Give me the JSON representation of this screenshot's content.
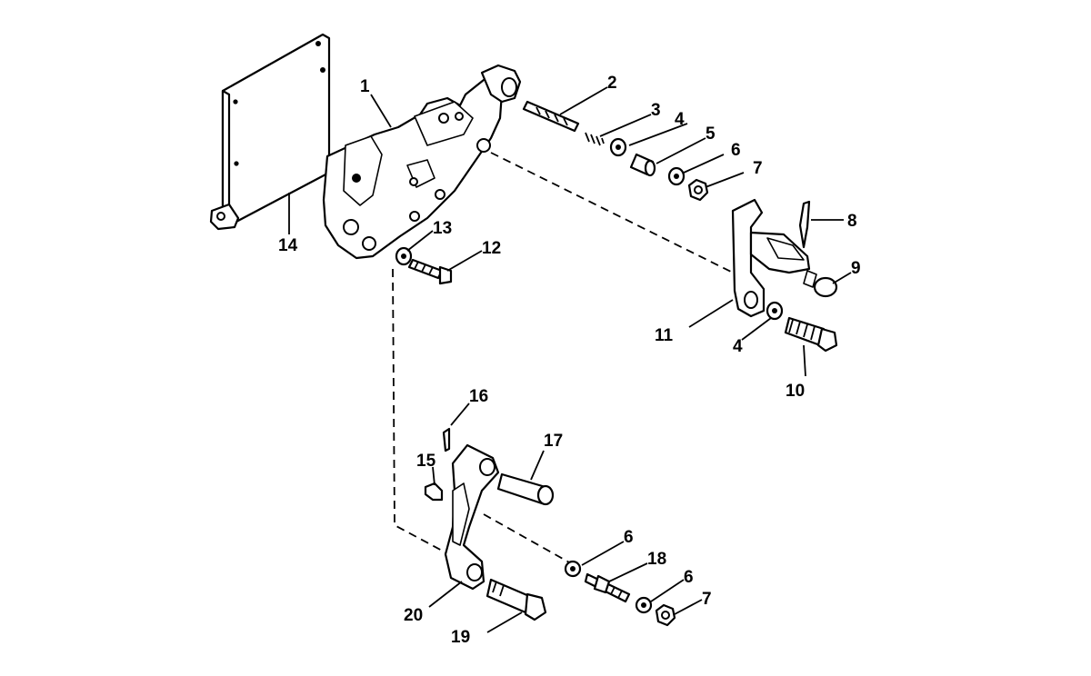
{
  "callouts": [
    {
      "id": "1",
      "label": "1"
    },
    {
      "id": "2",
      "label": "2"
    },
    {
      "id": "3",
      "label": "3"
    },
    {
      "id": "4a",
      "label": "4"
    },
    {
      "id": "5",
      "label": "5"
    },
    {
      "id": "6a",
      "label": "6"
    },
    {
      "id": "7a",
      "label": "7"
    },
    {
      "id": "8",
      "label": "8"
    },
    {
      "id": "9",
      "label": "9"
    },
    {
      "id": "10",
      "label": "10"
    },
    {
      "id": "11",
      "label": "11"
    },
    {
      "id": "4b",
      "label": "4"
    },
    {
      "id": "12",
      "label": "12"
    },
    {
      "id": "13",
      "label": "13"
    },
    {
      "id": "14",
      "label": "14"
    },
    {
      "id": "16",
      "label": "16"
    },
    {
      "id": "15",
      "label": "15"
    },
    {
      "id": "17",
      "label": "17"
    },
    {
      "id": "6b",
      "label": "6"
    },
    {
      "id": "18",
      "label": "18"
    },
    {
      "id": "6c",
      "label": "6"
    },
    {
      "id": "7b",
      "label": "7"
    },
    {
      "id": "20",
      "label": "20"
    },
    {
      "id": "19",
      "label": "19"
    }
  ]
}
